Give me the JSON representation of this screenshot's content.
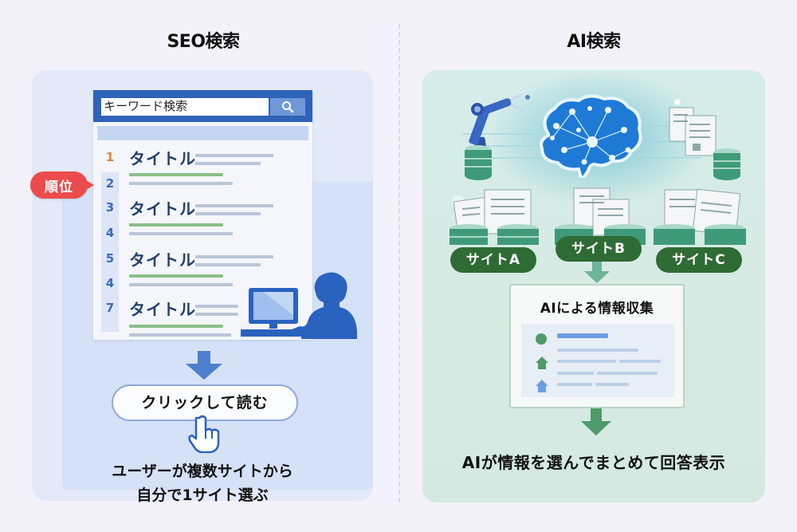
{
  "seo": {
    "title": "SEO検索",
    "search_placeholder": "キーワード検索",
    "search_icon": "search-icon",
    "rank_badge": "順位",
    "results": [
      {
        "rank": "1",
        "title": "タイトル"
      },
      {
        "rank": "2",
        "title": ""
      },
      {
        "rank": "3",
        "title": "タイトル"
      },
      {
        "rank": "4",
        "title": ""
      },
      {
        "rank": "5",
        "title": "タイトル"
      },
      {
        "rank": "4",
        "title": ""
      },
      {
        "rank": "7",
        "title": "タイトル"
      }
    ],
    "click_button": "クリックして読む",
    "caption_line1": "ユーザーが複数サイトから",
    "caption_line2": "自分で1サイト選ぶ"
  },
  "ai": {
    "title": "AI検索",
    "sites": [
      "サイトA",
      "サイトB",
      "サイトC"
    ],
    "collect_title": "AIによる情報収集",
    "caption": "AIが情報を選んでまとめて回答表示"
  },
  "colors": {
    "seo_blue": "#2f63b8",
    "rank_red": "#ec4b4b",
    "rank_first": "#e0853a",
    "ai_green": "#2f6b35",
    "arrow_green": "#4f9a6a"
  }
}
